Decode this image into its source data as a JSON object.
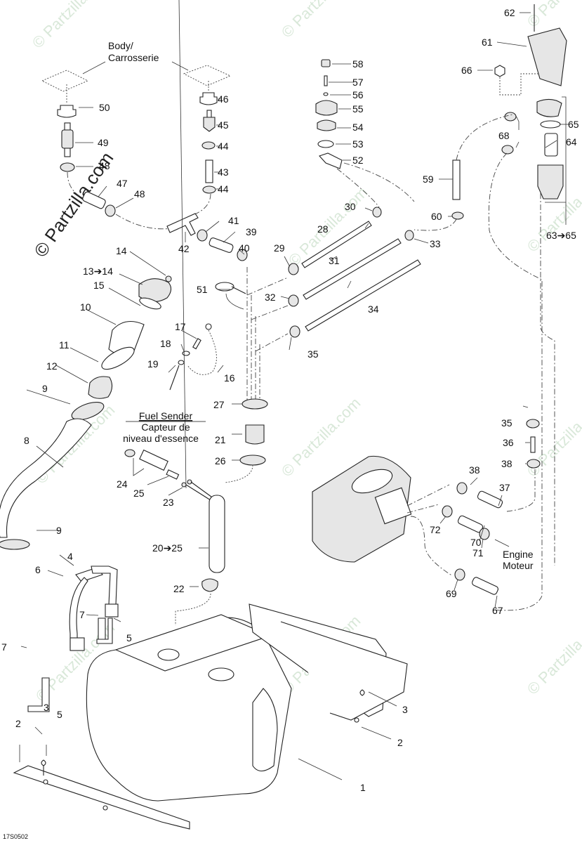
{
  "diagram": {
    "title": "Fuel System Parts Diagram",
    "drawing_code": "17S0502",
    "watermark_main": "© Partzilla.com",
    "watermark_tile": "© Partzilla.com",
    "callouts": {
      "body": "Body/",
      "body_fr": "Carrosserie",
      "fuel_sender": "Fuel Sender",
      "fuel_sender_fr1": "Capteur de",
      "fuel_sender_fr2": "niveau d'essence",
      "engine": "Engine",
      "engine_fr": "Moteur"
    },
    "parts": [
      {
        "id": "p1",
        "label": "1"
      },
      {
        "id": "p2a",
        "label": "2"
      },
      {
        "id": "p2b",
        "label": "2"
      },
      {
        "id": "p3a",
        "label": "3"
      },
      {
        "id": "p3b",
        "label": "3"
      },
      {
        "id": "p4",
        "label": "4"
      },
      {
        "id": "p5a",
        "label": "5"
      },
      {
        "id": "p5b",
        "label": "5"
      },
      {
        "id": "p6",
        "label": "6"
      },
      {
        "id": "p7a",
        "label": "7"
      },
      {
        "id": "p7b",
        "label": "7"
      },
      {
        "id": "p8",
        "label": "8"
      },
      {
        "id": "p9a",
        "label": "9"
      },
      {
        "id": "p9b",
        "label": "9"
      },
      {
        "id": "p10",
        "label": "10"
      },
      {
        "id": "p11",
        "label": "11"
      },
      {
        "id": "p12",
        "label": "12"
      },
      {
        "id": "p13",
        "label": "13➔14"
      },
      {
        "id": "p14",
        "label": "14"
      },
      {
        "id": "p15",
        "label": "15"
      },
      {
        "id": "p16",
        "label": "16"
      },
      {
        "id": "p17",
        "label": "17"
      },
      {
        "id": "p18",
        "label": "18"
      },
      {
        "id": "p19",
        "label": "19"
      },
      {
        "id": "p20",
        "label": "20➔25"
      },
      {
        "id": "p21",
        "label": "21"
      },
      {
        "id": "p22",
        "label": "22"
      },
      {
        "id": "p23",
        "label": "23"
      },
      {
        "id": "p24",
        "label": "24"
      },
      {
        "id": "p25",
        "label": "25"
      },
      {
        "id": "p26",
        "label": "26"
      },
      {
        "id": "p27",
        "label": "27"
      },
      {
        "id": "p28",
        "label": "28"
      },
      {
        "id": "p29",
        "label": "29"
      },
      {
        "id": "p30",
        "label": "30"
      },
      {
        "id": "p31",
        "label": "31"
      },
      {
        "id": "p32",
        "label": "32"
      },
      {
        "id": "p33",
        "label": "33"
      },
      {
        "id": "p34",
        "label": "34"
      },
      {
        "id": "p35a",
        "label": "35"
      },
      {
        "id": "p35b",
        "label": "35"
      },
      {
        "id": "p36",
        "label": "36"
      },
      {
        "id": "p37",
        "label": "37"
      },
      {
        "id": "p38a",
        "label": "38"
      },
      {
        "id": "p38b",
        "label": "38"
      },
      {
        "id": "p39",
        "label": "39"
      },
      {
        "id": "p40",
        "label": "40"
      },
      {
        "id": "p41",
        "label": "41"
      },
      {
        "id": "p42",
        "label": "42"
      },
      {
        "id": "p43",
        "label": "43"
      },
      {
        "id": "p44a",
        "label": "44"
      },
      {
        "id": "p44b",
        "label": "44"
      },
      {
        "id": "p45",
        "label": "45"
      },
      {
        "id": "p46",
        "label": "46"
      },
      {
        "id": "p47",
        "label": "47"
      },
      {
        "id": "p48a",
        "label": "48"
      },
      {
        "id": "p48b",
        "label": "48"
      },
      {
        "id": "p49",
        "label": "49"
      },
      {
        "id": "p50",
        "label": "50"
      },
      {
        "id": "p51",
        "label": "51"
      },
      {
        "id": "p52",
        "label": "52"
      },
      {
        "id": "p53",
        "label": "53"
      },
      {
        "id": "p54",
        "label": "54"
      },
      {
        "id": "p55",
        "label": "55"
      },
      {
        "id": "p56",
        "label": "56"
      },
      {
        "id": "p57",
        "label": "57"
      },
      {
        "id": "p58",
        "label": "58"
      },
      {
        "id": "p59",
        "label": "59"
      },
      {
        "id": "p60",
        "label": "60"
      },
      {
        "id": "p61",
        "label": "61"
      },
      {
        "id": "p62",
        "label": "62"
      },
      {
        "id": "p63",
        "label": "63➔65"
      },
      {
        "id": "p64",
        "label": "64"
      },
      {
        "id": "p65",
        "label": "65"
      },
      {
        "id": "p66",
        "label": "66"
      },
      {
        "id": "p67",
        "label": "67"
      },
      {
        "id": "p68",
        "label": "68"
      },
      {
        "id": "p69",
        "label": "69"
      },
      {
        "id": "p70",
        "label": "70"
      },
      {
        "id": "p71",
        "label": "71"
      },
      {
        "id": "p72",
        "label": "72"
      }
    ]
  }
}
